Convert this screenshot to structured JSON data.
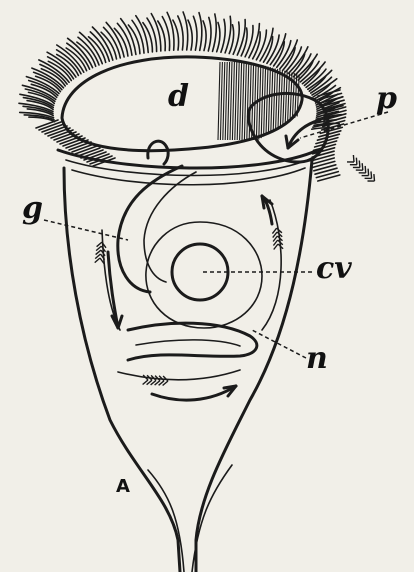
{
  "labels": {
    "d": "d",
    "p": "p",
    "g": "g",
    "cv": "cv",
    "n": "n",
    "A": "A"
  }
}
